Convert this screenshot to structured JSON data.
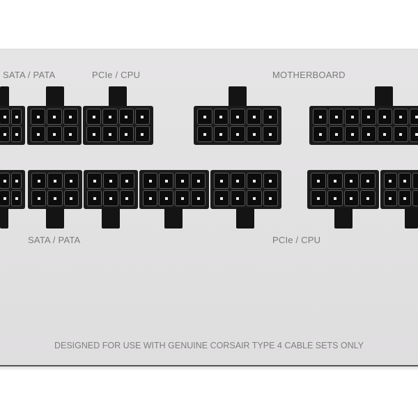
{
  "panel": {
    "labels": {
      "top_left": "SATA / PATA",
      "top_middle": "PCIe / CPU",
      "top_right": "MOTHERBOARD",
      "bottom_left": "SATA / PATA",
      "bottom_right": "PCIe / CPU"
    },
    "footer": "DESIGNED FOR USE WITH GENUINE CORSAIR TYPE 4 CABLE SETS ONLY",
    "colors": {
      "panel": "#e3e2e3",
      "connector": "#1b1b1b",
      "label_text": "#7a7a7a"
    }
  },
  "connectors": {
    "top_row": [
      {
        "name": "sata-pata-port-1",
        "pins": "2x3 (partial)"
      },
      {
        "name": "sata-pata-port-2",
        "pins": "2x3"
      },
      {
        "name": "pcie-cpu-port-top",
        "pins": "2x4"
      },
      {
        "name": "motherboard-10pin",
        "pins": "2x5"
      },
      {
        "name": "motherboard-18pin",
        "pins": "2x9 (partial)"
      }
    ],
    "bottom_row": [
      {
        "name": "sata-pata-port-3",
        "pins": "2x3 (partial)"
      },
      {
        "name": "sata-pata-port-4",
        "pins": "2x3"
      },
      {
        "name": "sata-pata-port-5",
        "pins": "2x3"
      },
      {
        "name": "pcie-cpu-port-1",
        "pins": "2x4"
      },
      {
        "name": "pcie-cpu-port-2",
        "pins": "2x4"
      },
      {
        "name": "pcie-cpu-port-3",
        "pins": "2x4"
      },
      {
        "name": "pcie-cpu-port-4",
        "pins": "2x4 (partial)"
      }
    ]
  }
}
